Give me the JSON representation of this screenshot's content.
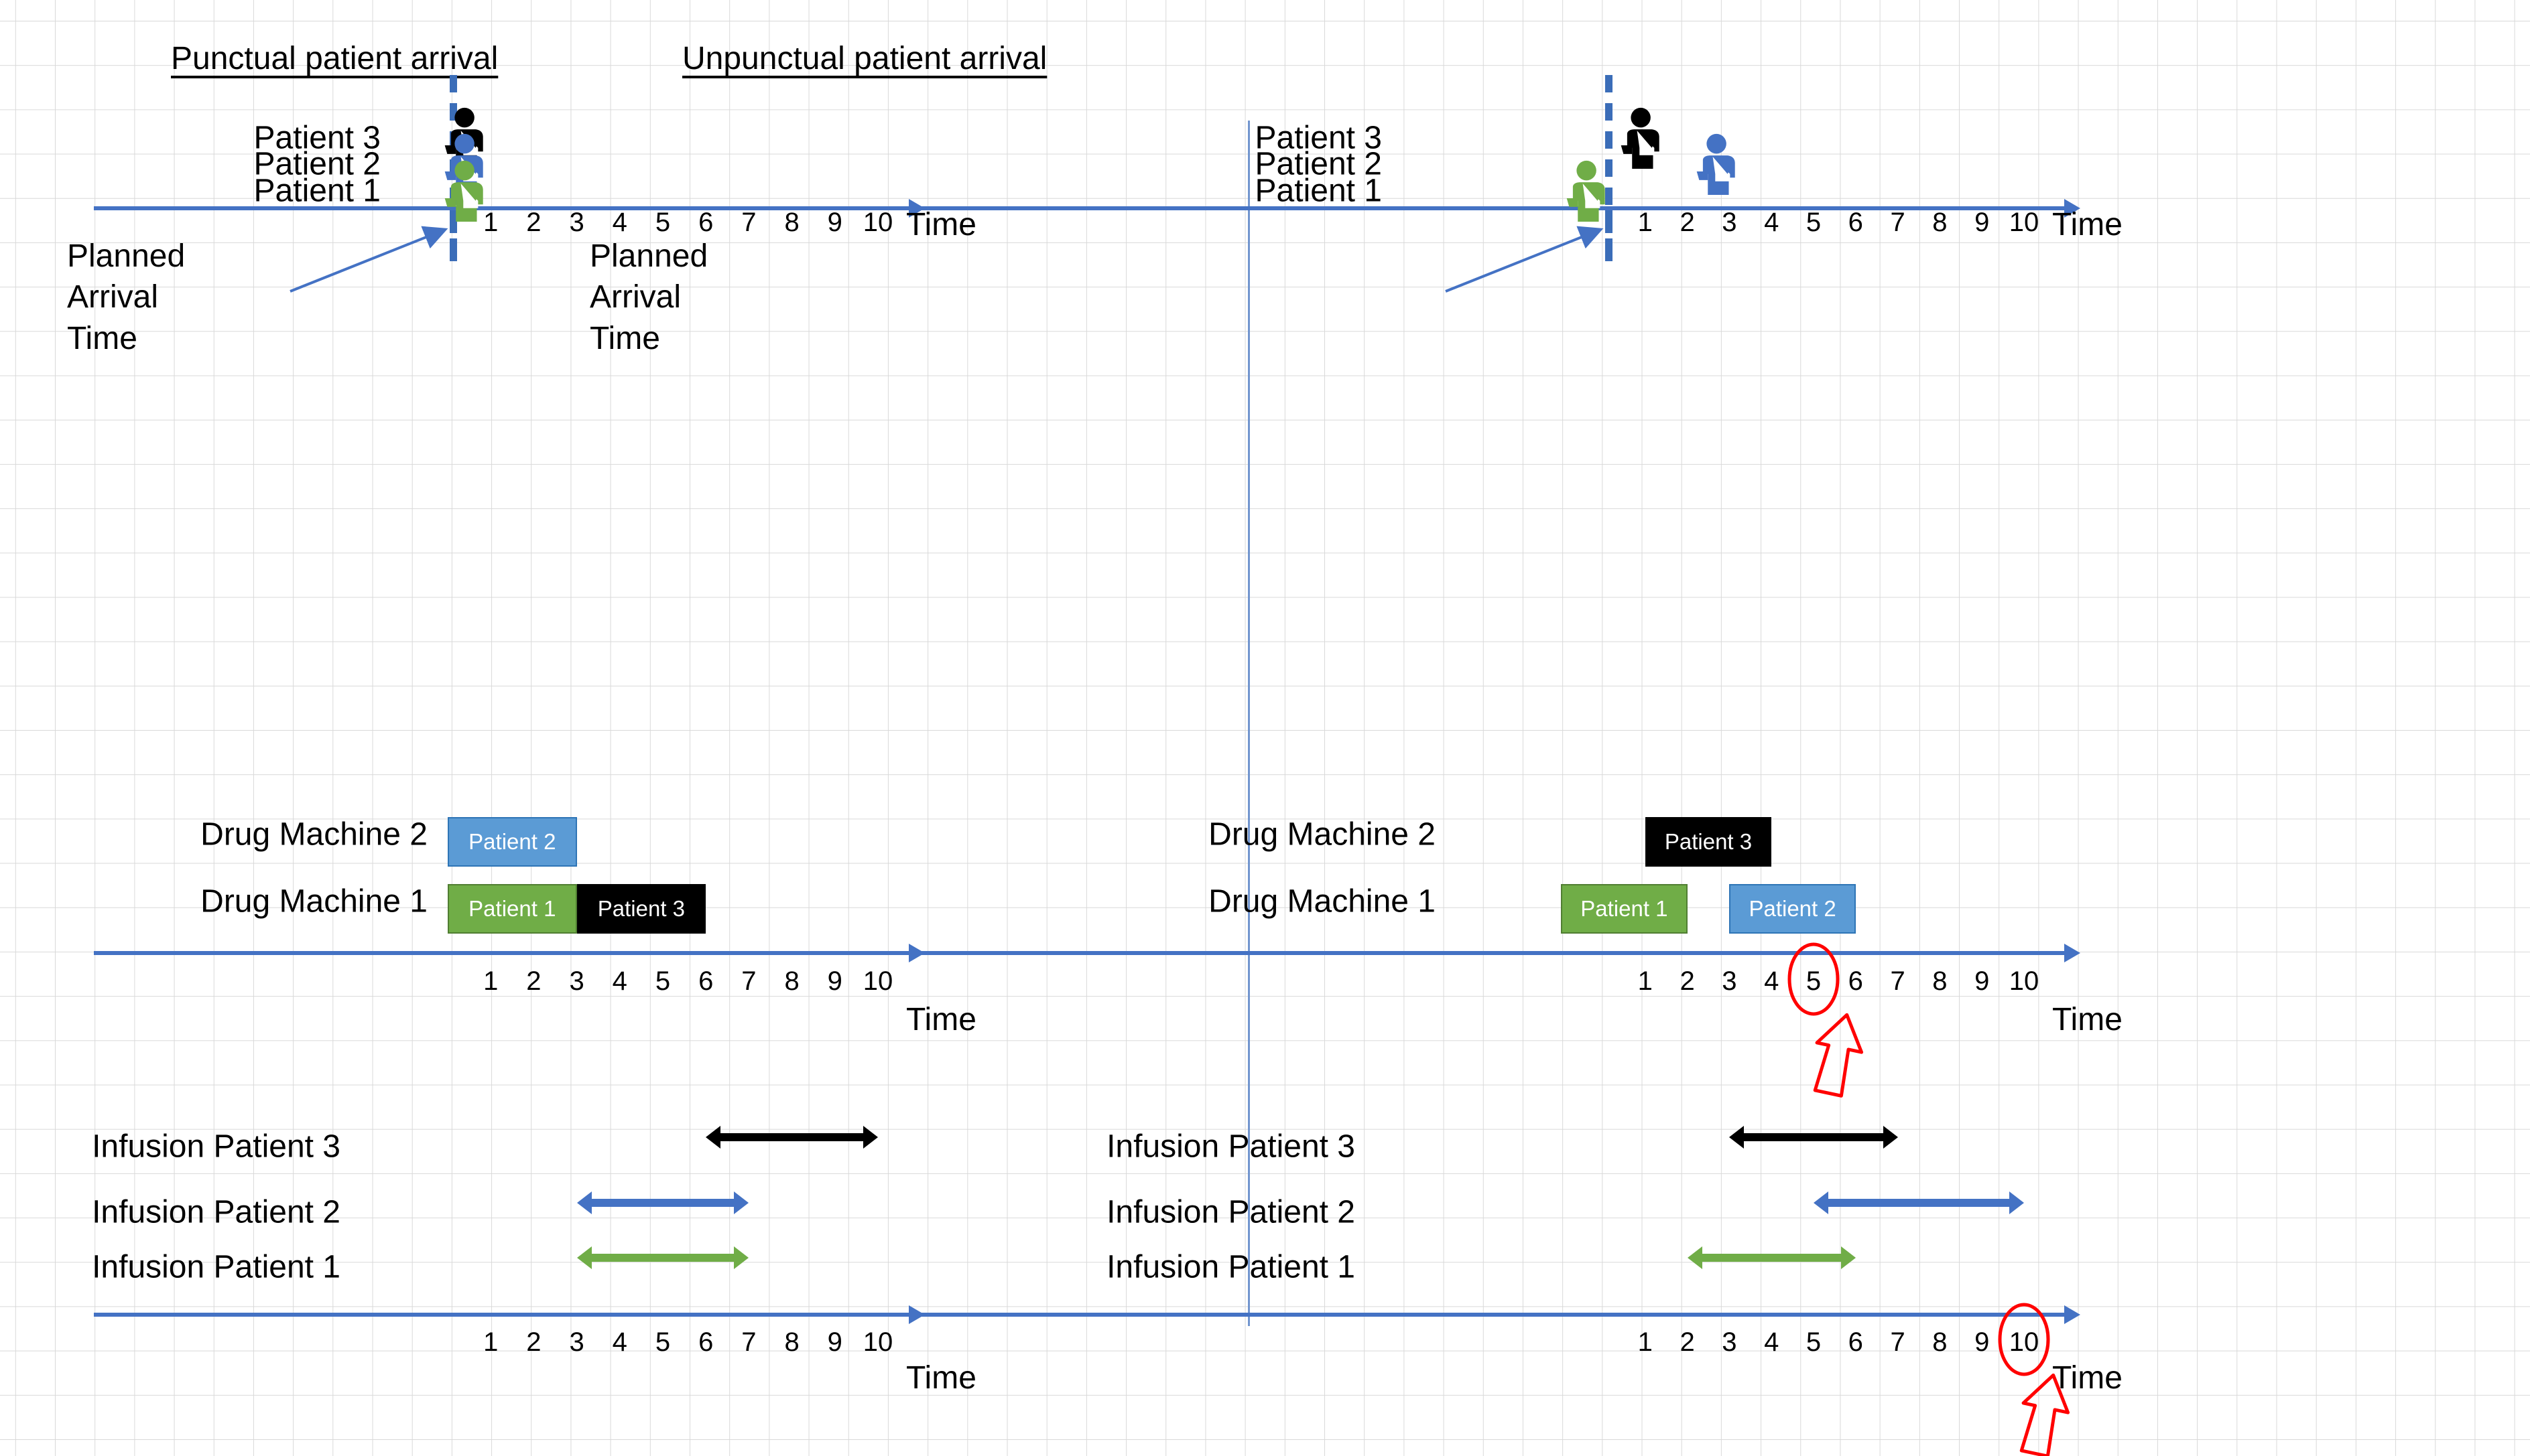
{
  "figure": {
    "kind": "two-panel patient scheduling timeline diagram"
  },
  "panels": [
    {
      "id": "punctual",
      "title": "Punctual patient arrival",
      "arrival": {
        "legend_note": "Planned\nArrival\nTime",
        "patients": [
          {
            "label": "Patient 3",
            "color": "#000000",
            "arrival_time": 0
          },
          {
            "label": "Patient 2",
            "color": "#4472C4",
            "arrival_time": 0
          },
          {
            "label": "Patient 1",
            "color": "#70AD47",
            "arrival_time": 0
          }
        ],
        "axis_label": "Time",
        "ticks": [
          "1",
          "2",
          "3",
          "4",
          "5",
          "6",
          "7",
          "8",
          "9",
          "10"
        ]
      },
      "machines": {
        "rows": [
          {
            "label": "Drug Machine 2",
            "jobs": [
              {
                "label": "Patient 2",
                "color": "blue",
                "start": 0,
                "end": 3
              }
            ]
          },
          {
            "label": "Drug Machine 1",
            "jobs": [
              {
                "label": "Patient 1",
                "color": "green",
                "start": 0,
                "end": 3
              },
              {
                "label": "Patient 3",
                "color": "black",
                "start": 3,
                "end": 6
              }
            ]
          }
        ],
        "axis_label": "Time",
        "ticks": [
          "1",
          "2",
          "3",
          "4",
          "5",
          "6",
          "7",
          "8",
          "9",
          "10"
        ]
      },
      "infusion": {
        "rows": [
          {
            "label": "Infusion Patient 3",
            "color": "#000000",
            "start": 6,
            "end": 10
          },
          {
            "label": "Infusion Patient 2",
            "color": "#4472C4",
            "start": 3,
            "end": 7
          },
          {
            "label": "Infusion Patient 1",
            "color": "#70AD47",
            "start": 3,
            "end": 7
          }
        ],
        "axis_label": "Time",
        "ticks": [
          "1",
          "2",
          "3",
          "4",
          "5",
          "6",
          "7",
          "8",
          "9",
          "10"
        ]
      }
    },
    {
      "id": "unpunctual",
      "title": "Unpunctual patient arrival",
      "arrival": {
        "legend_note": "Planned\nArrival\nTime",
        "patients": [
          {
            "label": "Patient 3",
            "color": "#000000",
            "arrival_time": 0.5
          },
          {
            "label": "Patient 2",
            "color": "#4472C4",
            "arrival_time": 2.3
          },
          {
            "label": "Patient 1",
            "color": "#70AD47",
            "arrival_time": -0.8
          }
        ],
        "axis_label": "Time",
        "ticks": [
          "1",
          "2",
          "3",
          "4",
          "5",
          "6",
          "7",
          "8",
          "9",
          "10"
        ]
      },
      "machines": {
        "rows": [
          {
            "label": "Drug Machine 2",
            "jobs": [
              {
                "label": "Patient 3",
                "color": "black",
                "start": 1,
                "end": 4
              }
            ]
          },
          {
            "label": "Drug Machine 1",
            "jobs": [
              {
                "label": "Patient 1",
                "color": "green",
                "start": -1,
                "end": 2
              },
              {
                "label": "Patient 2",
                "color": "blue",
                "start": 3,
                "end": 6
              }
            ]
          }
        ],
        "axis_label": "Time",
        "ticks": [
          "1",
          "2",
          "3",
          "4",
          "5",
          "6",
          "7",
          "8",
          "9",
          "10"
        ],
        "highlight_tick": "5"
      },
      "infusion": {
        "rows": [
          {
            "label": "Infusion Patient 3",
            "color": "#000000",
            "start": 3,
            "end": 7
          },
          {
            "label": "Infusion Patient 2",
            "color": "#4472C4",
            "start": 5,
            "end": 10
          },
          {
            "label": "Infusion Patient 1",
            "color": "#70AD47",
            "start": 2,
            "end": 6
          }
        ],
        "axis_label": "Time",
        "ticks": [
          "1",
          "2",
          "3",
          "4",
          "5",
          "6",
          "7",
          "8",
          "9",
          "10"
        ],
        "highlight_tick": "10"
      }
    }
  ],
  "colors": {
    "patient1": "#70AD47",
    "patient2": "#4472C4",
    "patient2_box": "#5B9BD5",
    "patient3": "#000000",
    "axis": "#4472C4",
    "planned_arrival_line": "#3B6DB8",
    "grid": "#d9d9d9",
    "highlight": "#FF0000"
  }
}
